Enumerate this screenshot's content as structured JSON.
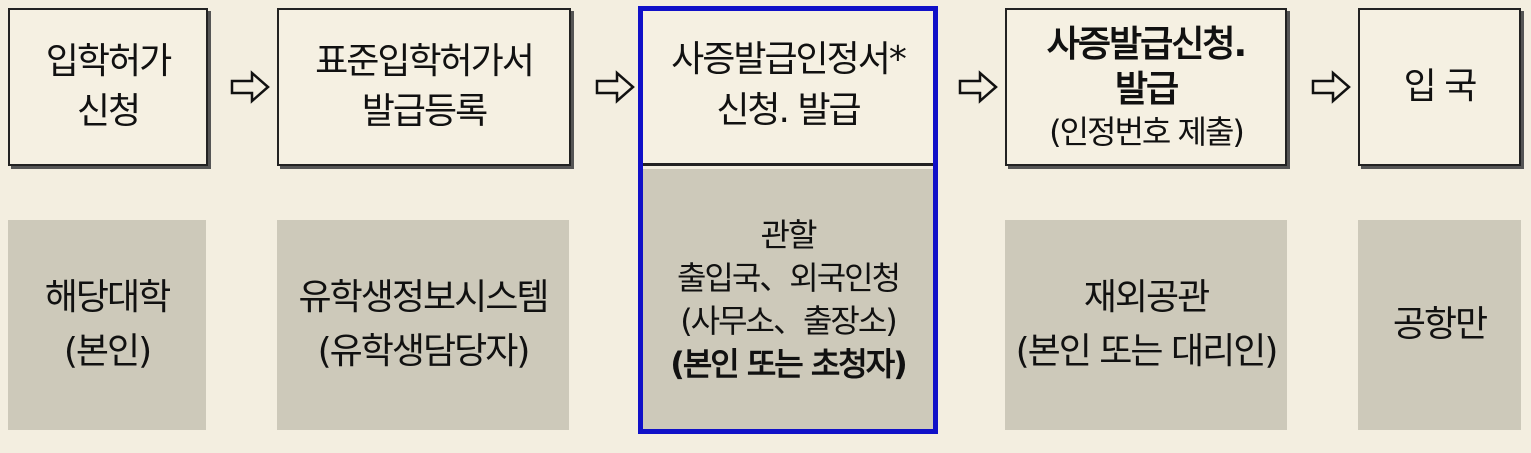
{
  "steps": [
    {
      "line1": "입학허가",
      "line2": "신청"
    },
    {
      "line1": "표준입학허가서",
      "line2": "발급등록"
    },
    {
      "line1": "사증발급인정서*",
      "line2": "신청. 발급"
    },
    {
      "line1": "사증발급신청.",
      "line2": "발급",
      "line3": "(인정번호 제출)"
    },
    {
      "line1": "입 국"
    }
  ],
  "actors": [
    {
      "line1": "해당대학",
      "line2": "(본인)"
    },
    {
      "line1": "유학생정보시스템",
      "line2": "(유학생담당자)"
    },
    {
      "line1": "관할",
      "line2": "출입국、외국인청",
      "line3": "(사무소、출장소)",
      "line4": "(본인 또는 초청자)"
    },
    {
      "line1": "재외공관",
      "line2": "(본인 또는 대리인)"
    },
    {
      "line1": "공항만"
    }
  ],
  "colors": {
    "highlight": "#1010C8",
    "step_bg": "#F5F0E2",
    "actor_bg": "#CDC9BA",
    "page_bg": "#F3EEE0"
  }
}
